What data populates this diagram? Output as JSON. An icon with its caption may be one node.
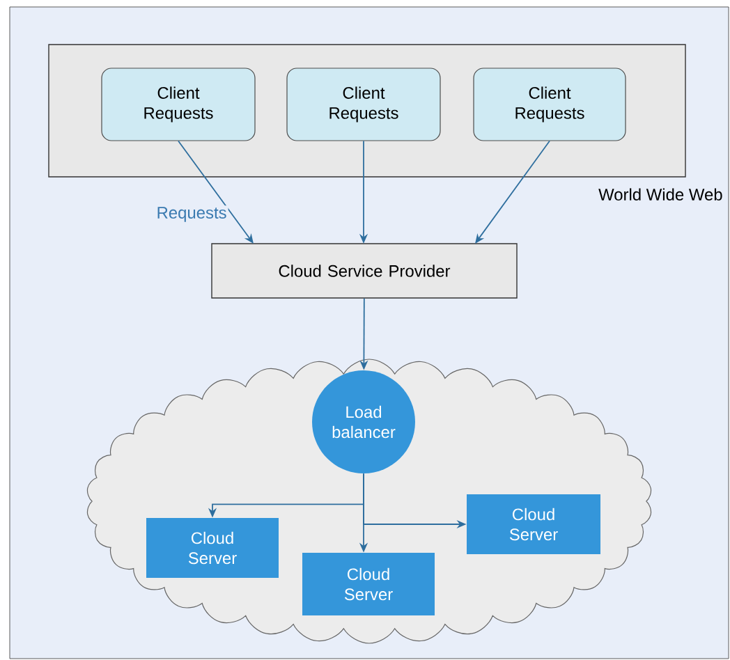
{
  "diagram": {
    "nodes": [
      {
        "text": [
          "World Wide Web"
        ]
      },
      {
        "text": [
          "Client Requests"
        ],
        "in": 0
      },
      {
        "text": [
          "Client Requests"
        ],
        "in": 0
      },
      {
        "text": [
          "Client Requests"
        ],
        "in": 0
      },
      {
        "text": [
          "Cloud Service Provider"
        ]
      },
      {
        "text": [],
        "shape": "cloud"
      },
      {
        "text": [
          "Load balancer"
        ],
        "in": 5
      },
      {
        "text": [
          "Cloud Server"
        ],
        "in": 5
      },
      {
        "text": [
          "Cloud Server"
        ],
        "in": 5
      },
      {
        "text": [
          "Cloud Server"
        ],
        "in": 5
      }
    ],
    "edges": [
      {
        "from": 1,
        "to": 4,
        "arrow": "to",
        "label": "Requests"
      },
      {
        "from": 2,
        "to": 4,
        "arrow": "to"
      },
      {
        "from": 3,
        "to": 4,
        "arrow": "to"
      },
      {
        "from": 4,
        "to": 6,
        "arrow": "to"
      },
      {
        "from": 6,
        "to": 7,
        "arrow": "to"
      },
      {
        "from": 6,
        "to": 8,
        "arrow": "to"
      },
      {
        "from": 6,
        "to": 9,
        "arrow": "to"
      }
    ]
  }
}
